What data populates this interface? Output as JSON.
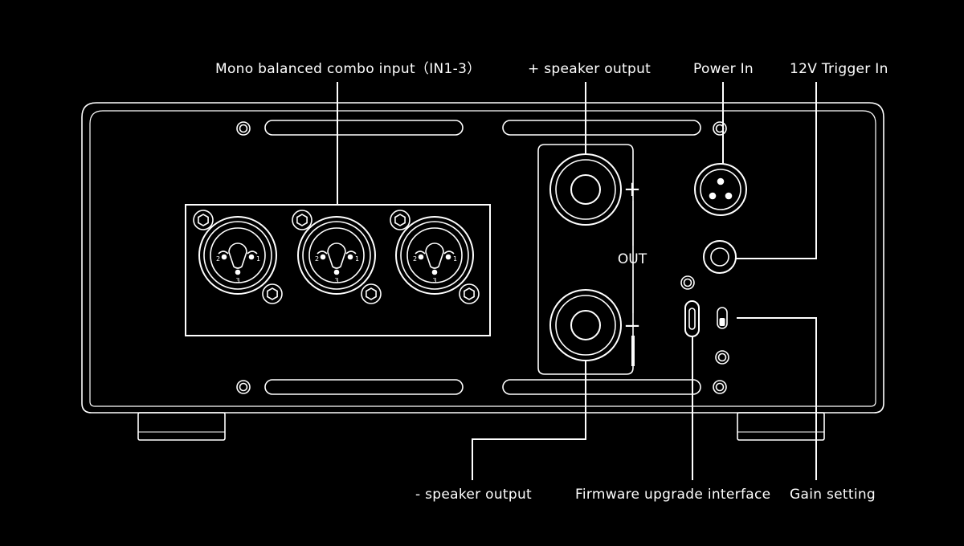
{
  "labels": {
    "combo_input": "Mono balanced combo input（IN1-3）",
    "speaker_pos": "+ speaker output",
    "power_in": "Power In",
    "trigger_in": "12V Trigger In",
    "speaker_neg": "- speaker output",
    "firmware": "Firmware upgrade interface",
    "gain": "Gain setting"
  },
  "panel": {
    "out_label": "OUT",
    "plus_sign": "+",
    "minus_sign": "−",
    "xlr_pins": [
      "2",
      "1",
      "3"
    ]
  },
  "colors": {
    "background": "#000000",
    "line": "#ffffff"
  }
}
